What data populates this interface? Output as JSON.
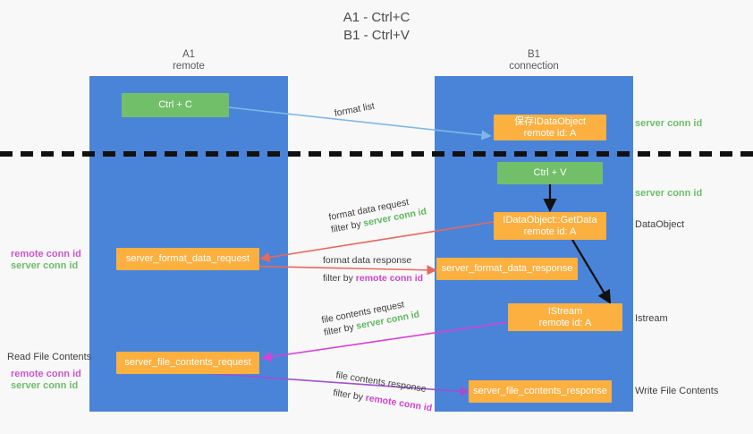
{
  "title": {
    "line1": "A1 - Ctrl+C",
    "line2": "B1 - Ctrl+V"
  },
  "lanes": [
    {
      "name": "A1",
      "sub": "remote"
    },
    {
      "name": "B1",
      "sub": "connection"
    }
  ],
  "boxes": {
    "ctrl_c": {
      "label": "Ctrl + C"
    },
    "ctrl_v": {
      "label": "Ctrl + V"
    },
    "idataobject": {
      "line1": "保存IDataObject",
      "line2": "remote id: A"
    },
    "getdata": {
      "line1": "IDataObject::GetData",
      "line2": "remote id: A"
    },
    "istream": {
      "line1": "IStream",
      "line2": "remote id: A"
    },
    "fmt_req": {
      "label": "server_format_data_request"
    },
    "fmt_resp": {
      "label": "server_format_data_response"
    },
    "file_req": {
      "label": "server_file_contents_request"
    },
    "file_resp": {
      "label": "server_file_contents_response"
    }
  },
  "right_labels": {
    "server_conn_1": "server conn id",
    "server_conn_2": "server conn id",
    "dataobject": "DataObject",
    "istream": "Istream",
    "write_file_contents": "Write File Contents"
  },
  "left_labels": {
    "remote_conn_1": "remote conn id",
    "server_conn_1": "server conn id",
    "read_file_contents": "Read File Contents",
    "remote_conn_2": "remote conn id",
    "server_conn_2": "server conn id"
  },
  "edges": {
    "format_list": "format list",
    "fmt_data_req": {
      "line1": "format data request",
      "filter": "filter by ",
      "key": "server conn id"
    },
    "fmt_data_resp": {
      "line1": "format data response",
      "filter": "filter by ",
      "key": "remote conn id"
    },
    "file_req": {
      "line1": "file contents request",
      "filter": "filter by ",
      "key": "server conn id"
    },
    "file_resp": {
      "line1": "file contents response",
      "filter": "filter by ",
      "key": "remote conn id"
    }
  },
  "colors": {
    "lane": "#4a84d8",
    "orange": "#fbb040",
    "green": "#72bf6a",
    "server_conn": "#6dbd6a",
    "remote_conn": "#cc55cc",
    "red_arrow": "#e8685d",
    "blue_arrow": "#7fb8e8",
    "magenta_arrow": "#d93fd9",
    "purple_arrow": "#a04fd0",
    "black": "#111111"
  }
}
